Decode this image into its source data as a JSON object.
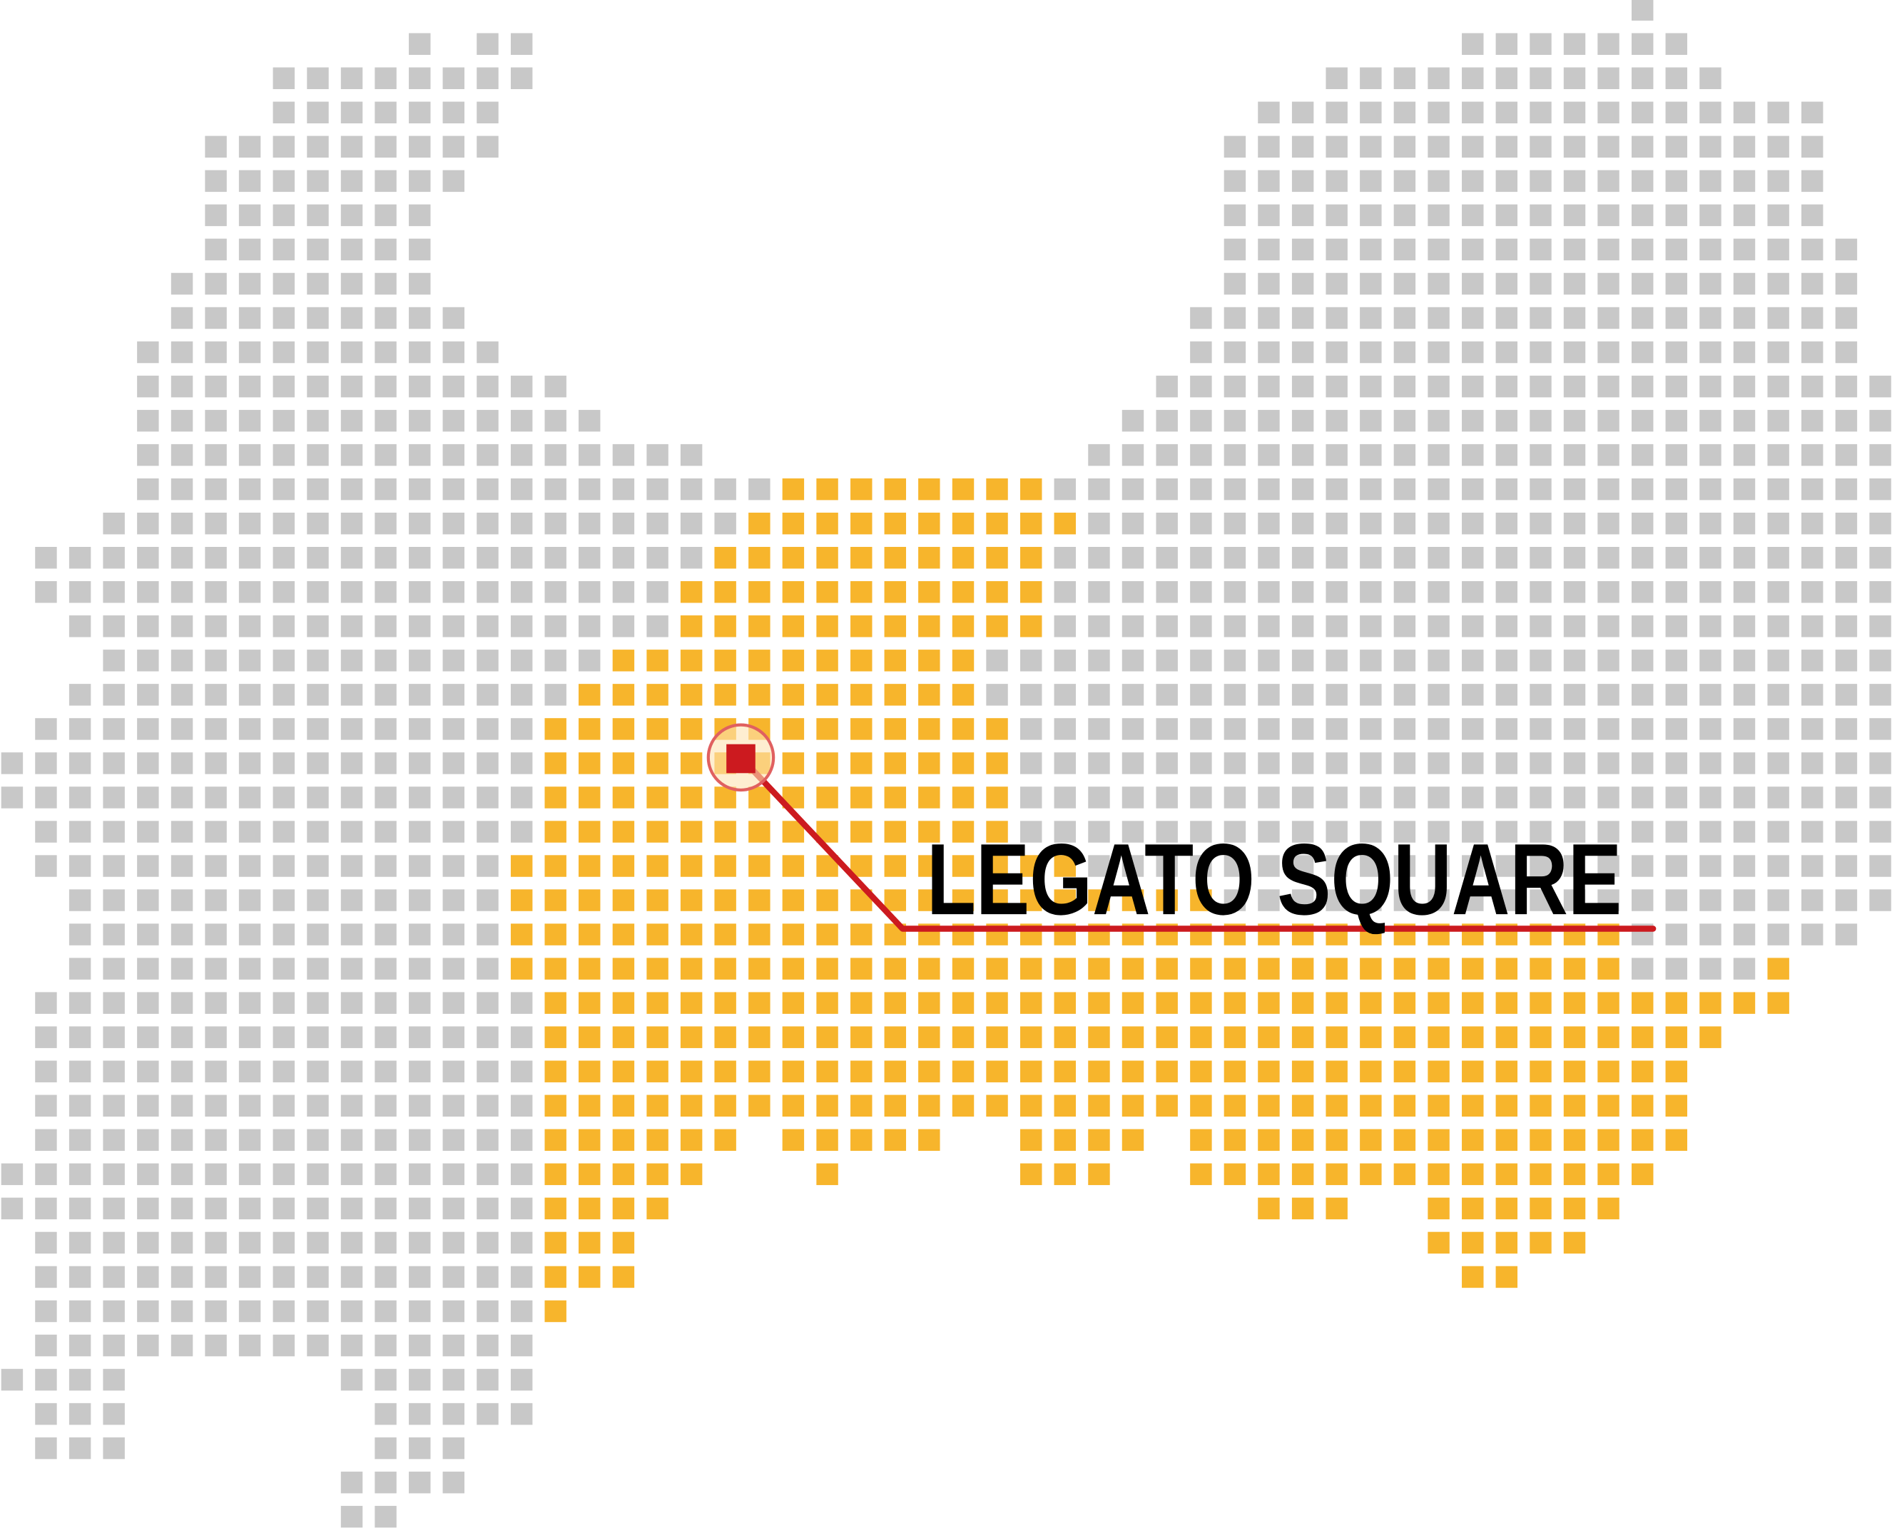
{
  "label": "LEGATO SQUARE",
  "colors": {
    "gray": "#c8c8c8",
    "highlight": "#f7b52c",
    "marker": "#cc1a1f",
    "halo": "#fde3b3",
    "background": "#ffffff"
  },
  "marker": {
    "row": 22,
    "col": 21
  },
  "grid_rows": [
    [
      [
        48,
        48,
        "g"
      ]
    ],
    [
      [
        12,
        12,
        "g"
      ],
      [
        14,
        15,
        "g"
      ],
      [
        43,
        49,
        "g"
      ]
    ],
    [
      [
        8,
        15,
        "g"
      ],
      [
        39,
        50,
        "g"
      ]
    ],
    [
      [
        8,
        14,
        "g"
      ],
      [
        37,
        53,
        "g"
      ]
    ],
    [
      [
        6,
        14,
        "g"
      ],
      [
        36,
        53,
        "g"
      ]
    ],
    [
      [
        6,
        13,
        "g"
      ],
      [
        36,
        53,
        "g"
      ]
    ],
    [
      [
        6,
        12,
        "g"
      ],
      [
        36,
        53,
        "g"
      ]
    ],
    [
      [
        6,
        12,
        "g"
      ],
      [
        36,
        54,
        "g"
      ]
    ],
    [
      [
        5,
        12,
        "g"
      ],
      [
        36,
        54,
        "g"
      ]
    ],
    [
      [
        5,
        13,
        "g"
      ],
      [
        35,
        54,
        "g"
      ]
    ],
    [
      [
        4,
        14,
        "g"
      ],
      [
        35,
        54,
        "g"
      ]
    ],
    [
      [
        4,
        16,
        "g"
      ],
      [
        34,
        55,
        "g"
      ]
    ],
    [
      [
        4,
        17,
        "g"
      ],
      [
        33,
        55,
        "g"
      ]
    ],
    [
      [
        4,
        20,
        "g"
      ],
      [
        32,
        55,
        "g"
      ]
    ],
    [
      [
        4,
        22,
        "g"
      ],
      [
        23,
        30,
        "o"
      ],
      [
        31,
        55,
        "g"
      ]
    ],
    [
      [
        3,
        21,
        "g"
      ],
      [
        22,
        31,
        "o"
      ],
      [
        32,
        55,
        "g"
      ]
    ],
    [
      [
        1,
        20,
        "g"
      ],
      [
        21,
        30,
        "o"
      ],
      [
        31,
        55,
        "g"
      ]
    ],
    [
      [
        1,
        19,
        "g"
      ],
      [
        20,
        30,
        "o"
      ],
      [
        31,
        55,
        "g"
      ]
    ],
    [
      [
        2,
        19,
        "g"
      ],
      [
        20,
        30,
        "o"
      ],
      [
        31,
        55,
        "g"
      ]
    ],
    [
      [
        3,
        17,
        "g"
      ],
      [
        18,
        28,
        "o"
      ],
      [
        29,
        55,
        "g"
      ]
    ],
    [
      [
        2,
        16,
        "g"
      ],
      [
        17,
        28,
        "o"
      ],
      [
        29,
        55,
        "g"
      ]
    ],
    [
      [
        1,
        15,
        "g"
      ],
      [
        16,
        29,
        "o"
      ],
      [
        30,
        55,
        "g"
      ]
    ],
    [
      [
        0,
        15,
        "g"
      ],
      [
        16,
        29,
        "o"
      ],
      [
        30,
        55,
        "g"
      ]
    ],
    [
      [
        0,
        15,
        "g"
      ],
      [
        16,
        29,
        "o"
      ],
      [
        30,
        55,
        "g"
      ]
    ],
    [
      [
        1,
        15,
        "g"
      ],
      [
        16,
        29,
        "o"
      ],
      [
        30,
        55,
        "g"
      ]
    ],
    [
      [
        1,
        14,
        "g"
      ],
      [
        15,
        31,
        "o"
      ],
      [
        32,
        55,
        "g"
      ]
    ],
    [
      [
        2,
        14,
        "g"
      ],
      [
        15,
        35,
        "o"
      ],
      [
        36,
        55,
        "g"
      ]
    ],
    [
      [
        2,
        14,
        "g"
      ],
      [
        15,
        47,
        "o"
      ],
      [
        48,
        54,
        "g"
      ]
    ],
    [
      [
        2,
        14,
        "g"
      ],
      [
        15,
        47,
        "o"
      ],
      [
        48,
        51,
        "g"
      ],
      [
        52,
        52,
        "o"
      ]
    ],
    [
      [
        1,
        15,
        "g"
      ],
      [
        16,
        52,
        "o"
      ]
    ],
    [
      [
        1,
        15,
        "g"
      ],
      [
        16,
        50,
        "o"
      ]
    ],
    [
      [
        1,
        15,
        "g"
      ],
      [
        16,
        49,
        "o"
      ]
    ],
    [
      [
        1,
        15,
        "g"
      ],
      [
        16,
        49,
        "o"
      ]
    ],
    [
      [
        1,
        15,
        "g"
      ],
      [
        16,
        21,
        "o"
      ],
      [
        23,
        27,
        "o"
      ],
      [
        30,
        33,
        "o"
      ],
      [
        35,
        49,
        "o"
      ]
    ],
    [
      [
        0,
        15,
        "g"
      ],
      [
        16,
        20,
        "o"
      ],
      [
        24,
        24,
        "o"
      ],
      [
        30,
        32,
        "o"
      ],
      [
        35,
        48,
        "o"
      ]
    ],
    [
      [
        0,
        15,
        "g"
      ],
      [
        16,
        19,
        "o"
      ],
      [
        37,
        39,
        "o"
      ],
      [
        42,
        47,
        "o"
      ]
    ],
    [
      [
        1,
        15,
        "g"
      ],
      [
        16,
        18,
        "o"
      ],
      [
        42,
        46,
        "o"
      ]
    ],
    [
      [
        1,
        15,
        "g"
      ],
      [
        16,
        18,
        "o"
      ],
      [
        43,
        44,
        "o"
      ]
    ],
    [
      [
        1,
        15,
        "g"
      ],
      [
        16,
        16,
        "o"
      ]
    ],
    [
      [
        1,
        15,
        "g"
      ]
    ],
    [
      [
        0,
        3,
        "g"
      ],
      [
        10,
        15,
        "g"
      ]
    ],
    [
      [
        1,
        3,
        "g"
      ],
      [
        11,
        15,
        "g"
      ]
    ],
    [
      [
        1,
        3,
        "g"
      ],
      [
        11,
        13,
        "g"
      ]
    ],
    [
      [
        10,
        13,
        "g"
      ]
    ],
    [
      [
        10,
        11,
        "g"
      ]
    ]
  ]
}
